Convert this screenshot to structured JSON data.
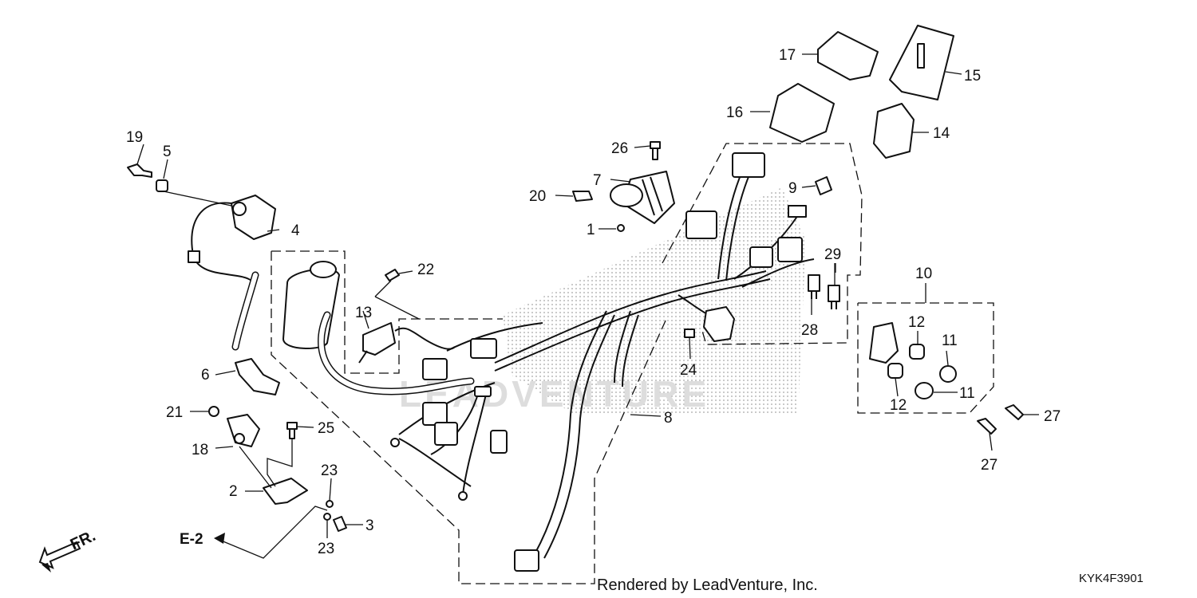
{
  "diagram": {
    "callouts": {
      "c1": "1",
      "c2": "2",
      "c3": "3",
      "c4": "4",
      "c5": "5",
      "c6": "6",
      "c7": "7",
      "c8": "8",
      "c9": "9",
      "c10": "10",
      "c11a": "11",
      "c11b": "11",
      "c12a": "12",
      "c12b": "12",
      "c13": "13",
      "c14": "14",
      "c15": "15",
      "c16": "16",
      "c17": "17",
      "c18": "18",
      "c19": "19",
      "c20": "20",
      "c21": "21",
      "c22": "22",
      "c23a": "23",
      "c23b": "23",
      "c24": "24",
      "c25": "25",
      "c26": "26",
      "c27a": "27",
      "c27b": "27",
      "c28": "28",
      "c29": "29"
    },
    "reference_label": "E-2",
    "direction_label": "FR.",
    "watermark_text": "LEADVENTURE",
    "footer_text": "Rendered by LeadVenture, Inc.",
    "diagram_code": "KYK4F3901",
    "colors": {
      "line": "#111111",
      "background": "#ffffff",
      "stipple": "#b0b0b0"
    }
  }
}
